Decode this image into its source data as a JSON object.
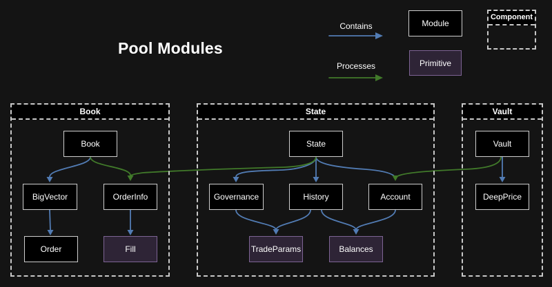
{
  "title": "Pool Modules",
  "legend": {
    "contains_label": "Contains",
    "processes_label": "Processes",
    "module_label": "Module",
    "primitive_label": "Primitive",
    "component_label": "Component"
  },
  "colors": {
    "background": "#141414",
    "module_fill": "#000000",
    "module_border": "#cfcfcf",
    "primitive_fill": "#2e2436",
    "primitive_border": "#7e6495",
    "contains_arrow": "#527cb4",
    "processes_arrow": "#417a2a",
    "dashed_border": "#c9c9c9",
    "text": "#ffffff"
  },
  "containers": {
    "book": {
      "title": "Book"
    },
    "state": {
      "title": "State"
    },
    "vault": {
      "title": "Vault"
    }
  },
  "nodes": {
    "book": {
      "label": "Book",
      "type": "module"
    },
    "bigvector": {
      "label": "BigVector",
      "type": "module"
    },
    "orderinfo": {
      "label": "OrderInfo",
      "type": "module"
    },
    "order": {
      "label": "Order",
      "type": "module"
    },
    "fill": {
      "label": "Fill",
      "type": "primitive"
    },
    "state": {
      "label": "State",
      "type": "module"
    },
    "governance": {
      "label": "Governance",
      "type": "module"
    },
    "history": {
      "label": "History",
      "type": "module"
    },
    "account": {
      "label": "Account",
      "type": "module"
    },
    "tradeparams": {
      "label": "TradeParams",
      "type": "primitive"
    },
    "balances": {
      "label": "Balances",
      "type": "primitive"
    },
    "vault": {
      "label": "Vault",
      "type": "module"
    },
    "deepprice": {
      "label": "DeepPrice",
      "type": "module"
    }
  },
  "edges": [
    {
      "from": "Book",
      "to": "BigVector",
      "relation": "contains"
    },
    {
      "from": "Book",
      "to": "OrderInfo",
      "relation": "processes"
    },
    {
      "from": "BigVector",
      "to": "Order",
      "relation": "contains"
    },
    {
      "from": "OrderInfo",
      "to": "Fill",
      "relation": "contains"
    },
    {
      "from": "State",
      "to": "Governance",
      "relation": "contains"
    },
    {
      "from": "State",
      "to": "History",
      "relation": "contains"
    },
    {
      "from": "State",
      "to": "Account",
      "relation": "contains"
    },
    {
      "from": "State",
      "to": "OrderInfo",
      "relation": "processes"
    },
    {
      "from": "Governance",
      "to": "TradeParams",
      "relation": "contains"
    },
    {
      "from": "History",
      "to": "TradeParams",
      "relation": "contains"
    },
    {
      "from": "History",
      "to": "Balances",
      "relation": "contains"
    },
    {
      "from": "Account",
      "to": "Balances",
      "relation": "contains"
    },
    {
      "from": "Vault",
      "to": "DeepPrice",
      "relation": "contains"
    },
    {
      "from": "Vault",
      "to": "Account",
      "relation": "processes"
    }
  ]
}
